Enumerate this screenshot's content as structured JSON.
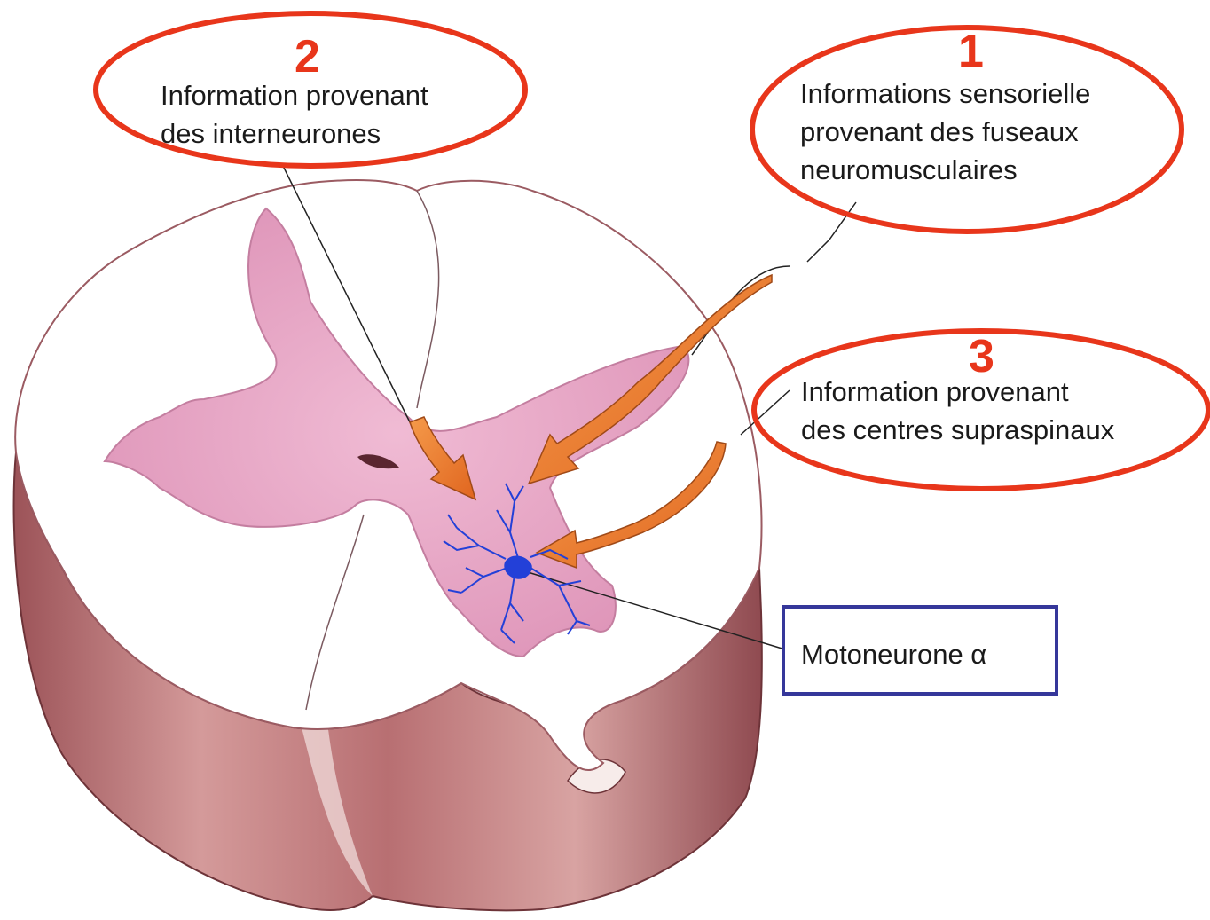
{
  "callouts": [
    {
      "number": "2",
      "lines": [
        "Information provenant",
        "des interneurones"
      ]
    },
    {
      "number": "1",
      "lines": [
        "Informations sensorielle",
        "provenant des fuseaux",
        "neuromusculaires"
      ]
    },
    {
      "number": "3",
      "lines": [
        "Information provenant",
        "des centres supraspinaux"
      ]
    }
  ],
  "target": {
    "label": "Motoneurone α"
  },
  "colors": {
    "ellipse_outline": "#e8361b",
    "box_outline": "#35379a",
    "arrow_fill": "#ee7a33",
    "grey_matter": "#e8a6c6",
    "white_matter": "#ffffff",
    "tissue_side": "#bb6e72",
    "neuron": "#2340d8"
  },
  "icons": [
    "neuron-icon"
  ]
}
